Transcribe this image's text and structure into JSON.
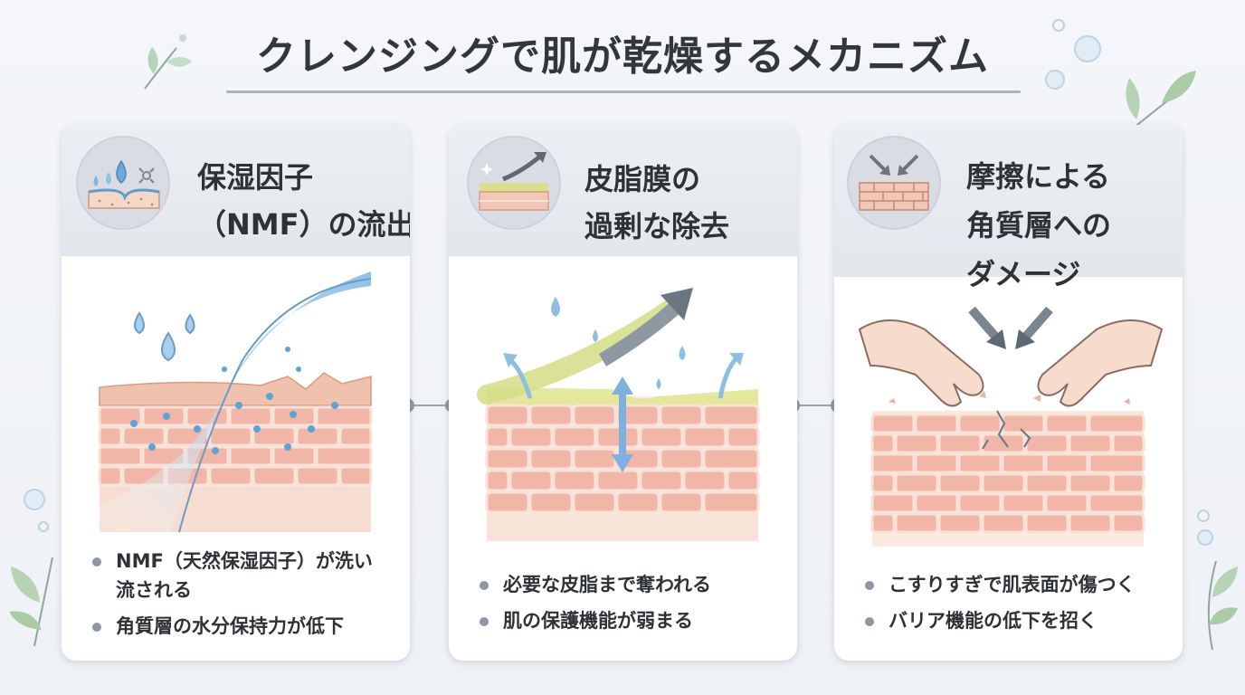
{
  "title": "クレンジングで肌が乾燥するメカニズム",
  "cards": [
    {
      "title_lines": [
        "保湿因子",
        "（NMF）の流出"
      ],
      "bullets": [
        "NMF（天然保湿因子）が洗い流される",
        "角質層の水分保持力が低下"
      ]
    },
    {
      "title_lines": [
        "皮脂膜の",
        "過剰な除去"
      ],
      "bullets": [
        "必要な皮脂まで奪われる",
        "肌の保護機能が弱まる"
      ]
    },
    {
      "title_lines": [
        "摩擦による",
        "角質層への",
        "ダメージ"
      ],
      "bullets": [
        "こすりすぎで肌表面が傷つく",
        "バリア機能の低下を招く"
      ]
    }
  ],
  "colors": {
    "skin_cell": "#f0b4a8",
    "skin_cell_dark": "#e9a092",
    "skin_mortar": "#f8e0d6",
    "water": "#9cc8e8",
    "water_dark": "#5fa3d6",
    "sebum": "#c9d66a",
    "arrow_gray": "#5f6974",
    "leaf": "#9cc79a"
  },
  "icons": {
    "card1": "water-drop-skin-icon",
    "card2": "sebum-removal-icon",
    "card3": "friction-arrows-icon"
  }
}
